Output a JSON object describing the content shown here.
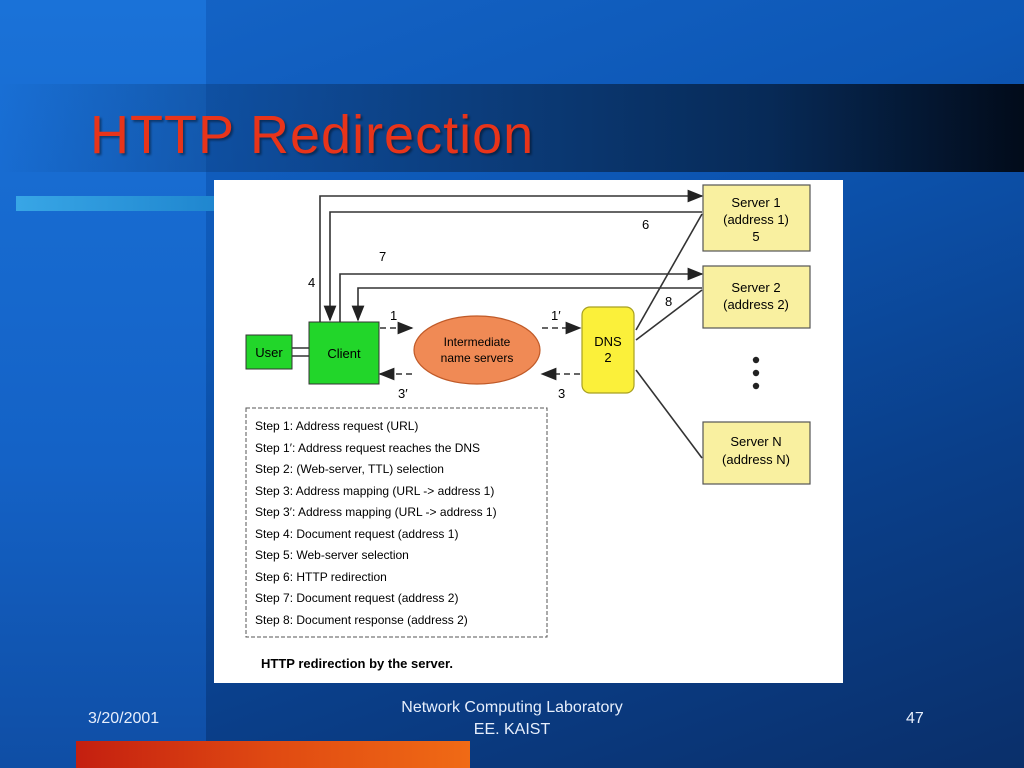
{
  "slide": {
    "title": "HTTP Redirection"
  },
  "footer": {
    "date": "3/20/2001",
    "lab_line1": "Network Computing Laboratory",
    "lab_line2": "EE. KAIST",
    "page_number": "47"
  },
  "diagram": {
    "user": "User",
    "client": "Client",
    "intermediate_line1": "Intermediate",
    "intermediate_line2": "name servers",
    "dns_line1": "DNS",
    "dns_line2": "2",
    "server1_line1": "Server 1",
    "server1_line2": "(address 1)",
    "server1_line3": "5",
    "server2_line1": "Server 2",
    "server2_line2": "(address 2)",
    "serverN_line1": "Server N",
    "serverN_line2": "(address N)",
    "arrow_labels": {
      "a1": "1",
      "a1p": "1′",
      "a3": "3",
      "a3p": "3′",
      "a4": "4",
      "a6": "6",
      "a7": "7",
      "a8": "8"
    },
    "steps": [
      "Step 1: Address request (URL)",
      "Step 1′: Address request reaches the DNS",
      "Step 2: (Web-server, TTL) selection",
      "Step 3: Address mapping (URL -> address 1)",
      "Step 3′: Address mapping (URL -> address 1)",
      "Step 4: Document request (address 1)",
      "Step 5: Web-server selection",
      "Step 6: HTTP redirection",
      "Step 7: Document request (address 2)",
      "Step 8: Document response (address 2)"
    ],
    "caption": "HTTP redirection by the server.",
    "colors": {
      "user_box": "#22d62a",
      "client_box": "#22d62a",
      "ellipse": "#f08a55",
      "dns_box": "#fbf03a",
      "server_box": "#f9f0a0"
    }
  }
}
